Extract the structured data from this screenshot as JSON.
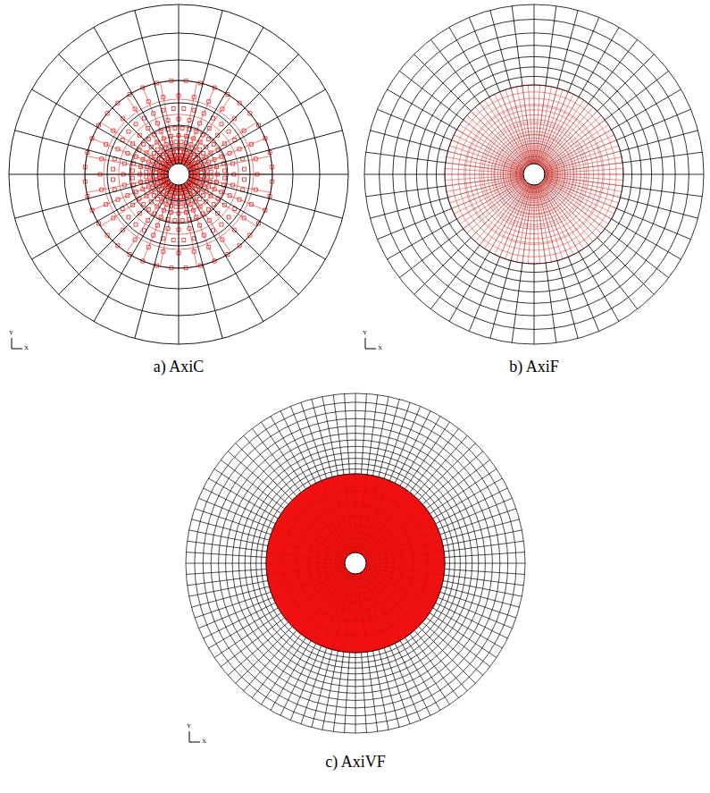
{
  "diagram": {
    "labels": [
      "Y",
      "X",
      "Y",
      "X",
      "a) AxiC",
      "b) AxiF",
      "Y",
      "X",
      "c) AxiVF"
    ]
  }
}
